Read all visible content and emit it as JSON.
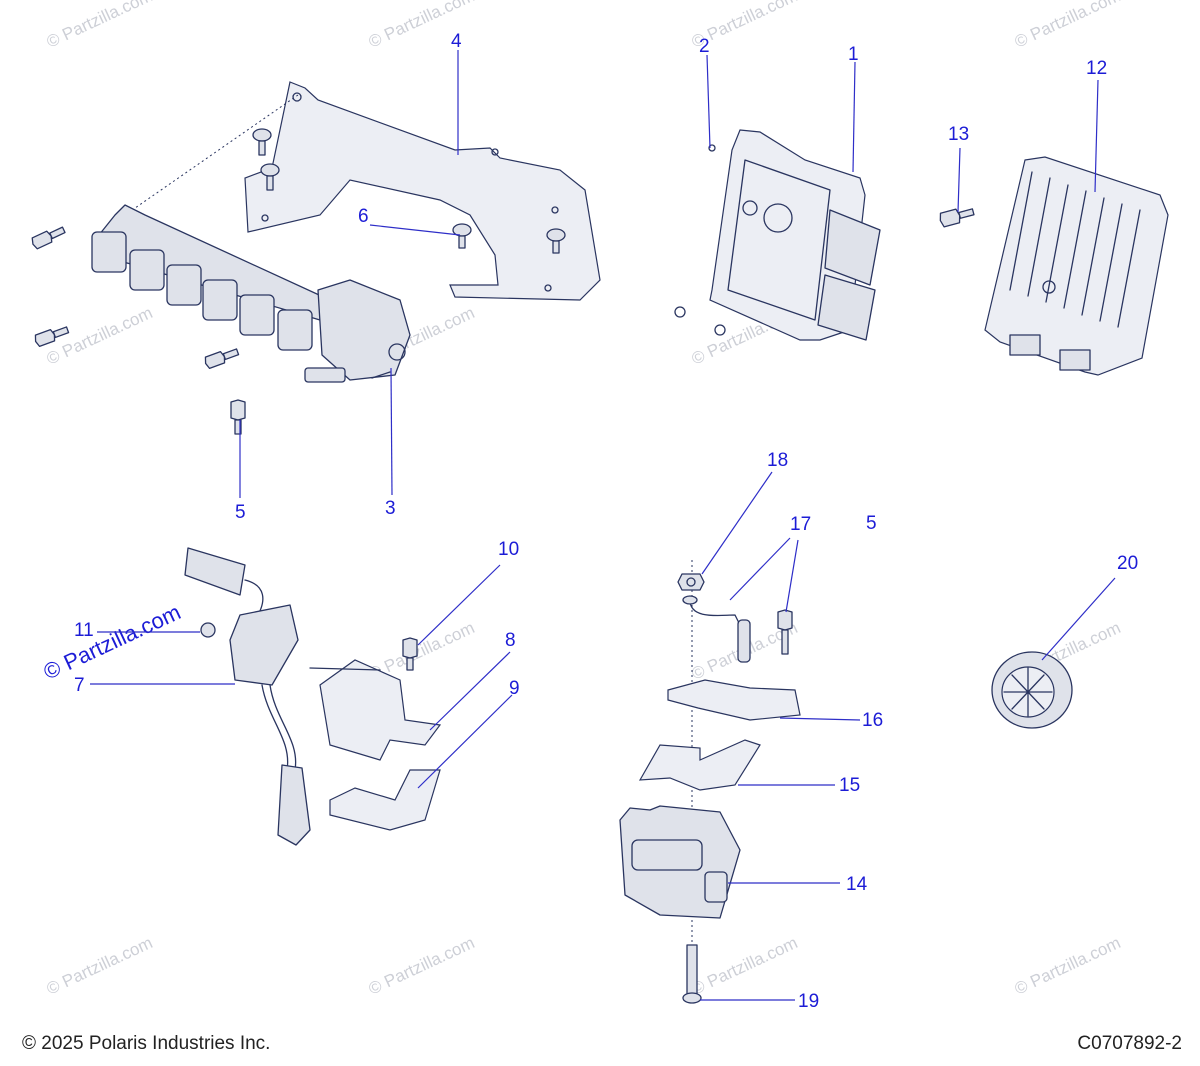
{
  "callouts": [
    {
      "id": "c1",
      "label": "1"
    },
    {
      "id": "c2",
      "label": "2"
    },
    {
      "id": "c3",
      "label": "3"
    },
    {
      "id": "c4",
      "label": "4"
    },
    {
      "id": "c5a",
      "label": "5"
    },
    {
      "id": "c5b",
      "label": "5"
    },
    {
      "id": "c6",
      "label": "6"
    },
    {
      "id": "c7",
      "label": "7"
    },
    {
      "id": "c8",
      "label": "8"
    },
    {
      "id": "c9",
      "label": "9"
    },
    {
      "id": "c10",
      "label": "10"
    },
    {
      "id": "c11",
      "label": "11"
    },
    {
      "id": "c12",
      "label": "12"
    },
    {
      "id": "c13",
      "label": "13"
    },
    {
      "id": "c14",
      "label": "14"
    },
    {
      "id": "c15",
      "label": "15"
    },
    {
      "id": "c16",
      "label": "16"
    },
    {
      "id": "c17",
      "label": "17"
    },
    {
      "id": "c18",
      "label": "18"
    },
    {
      "id": "c19",
      "label": "19"
    },
    {
      "id": "c20",
      "label": "20"
    }
  ],
  "watermark": "© Partzilla.com",
  "footer": {
    "copyright": "© 2025 Polaris Industries Inc.",
    "drawing_id": "C0707892-2"
  },
  "colors": {
    "callout": "#1c1cd6",
    "linework": "#2a3560",
    "watermark": "#b8bcc6"
  }
}
